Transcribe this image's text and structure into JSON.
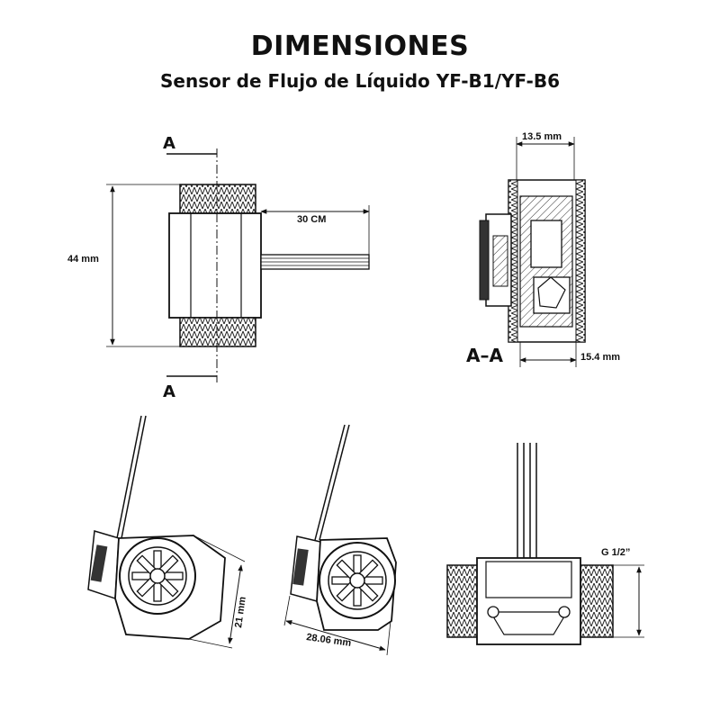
{
  "header": {
    "title": "DIMENSIONES",
    "subtitle": "Sensor de Flujo de Líquido YF-B1/YF-B6"
  },
  "front_view": {
    "section_marker_top": "A",
    "section_marker_bottom": "A",
    "height_label": "44 mm",
    "cable_label": "30 CM"
  },
  "section_view": {
    "top_width_label": "13.5 mm",
    "bottom_width_label": "15.4 mm",
    "section_label": "A–A"
  },
  "iso_view_1": {
    "height_label": "21 mm"
  },
  "iso_view_2": {
    "width_label": "28.06 mm"
  },
  "side_view": {
    "thread_label": "G 1/2”"
  }
}
